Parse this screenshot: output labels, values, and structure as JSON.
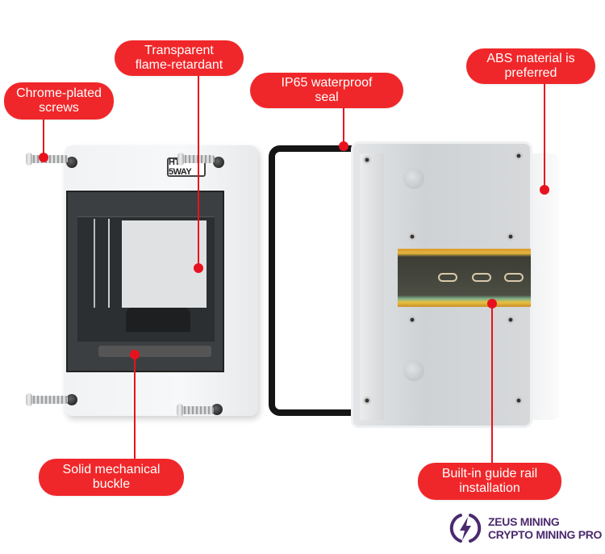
{
  "image": {
    "subject": "IP65 distribution box exploded view",
    "product_label": "HT 5WAY"
  },
  "callouts": [
    {
      "id": "chrome-screws",
      "line1": "Chrome-plated",
      "line2": "screws"
    },
    {
      "id": "transparent-cover",
      "line1": "Transparent",
      "line2": "flame-retardant"
    },
    {
      "id": "waterproof-seal",
      "line1": "IP65 waterproof",
      "line2": "seal"
    },
    {
      "id": "abs-material",
      "line1": "ABS material is",
      "line2": "preferred"
    },
    {
      "id": "mechanical-buckle",
      "line1": "Solid mechanical",
      "line2": "buckle"
    },
    {
      "id": "guide-rail",
      "line1": "Built-in guide rail",
      "line2": "installation"
    }
  ],
  "logo": {
    "icon": "lightning-bolt-icon",
    "line1": "ZEUS MINING",
    "line2": "CRYPTO MINING PRO"
  },
  "colors": {
    "callout_bg": "#f0272a",
    "callout_text": "#ffffff",
    "leader": "#e8121e",
    "logo_purple": "#4b2a6e"
  }
}
